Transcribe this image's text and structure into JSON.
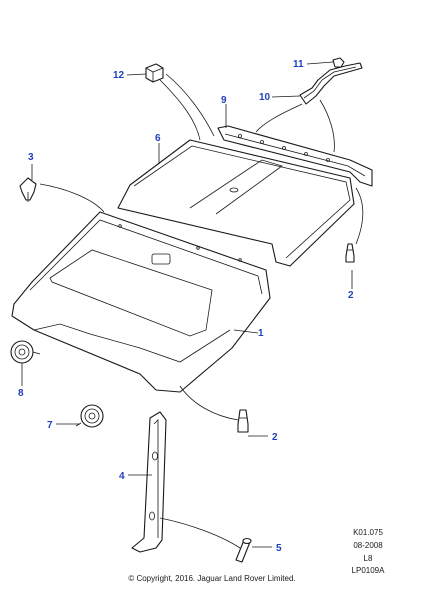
{
  "callouts": {
    "c1": "1",
    "c2a": "2",
    "c2b": "2",
    "c3": "3",
    "c4": "4",
    "c5": "5",
    "c7": "7",
    "c8": "8",
    "c9": "9",
    "c10": "10",
    "c11": "11",
    "c12": "12"
  },
  "reference": {
    "code": "K01.075",
    "date": "08-2008",
    "variant": "L8",
    "illustration": "LP0109A"
  },
  "copyright": "© Copyright, 2016. Jaguar Land Rover Limited.",
  "colors": {
    "callout": "#1f3fbf",
    "line": "#1a1a1a"
  }
}
